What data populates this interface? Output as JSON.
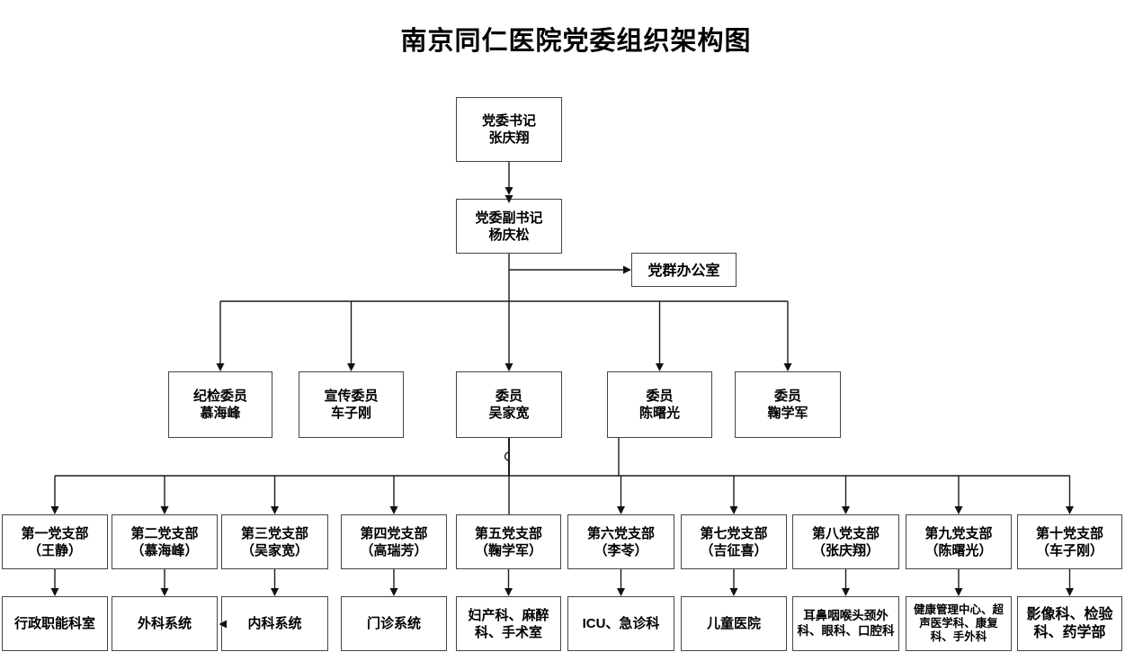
{
  "page_title": "南京同仁医院党委组织架构图",
  "colors": {
    "background": "#ffffff",
    "box_border": "#454545",
    "connector_line": "#1c1c1c",
    "text": "#000000"
  },
  "chart": {
    "secretary": {
      "title": "党委书记",
      "name": "张庆翔"
    },
    "deputy_secretary": {
      "title": "党委副书记",
      "name": "杨庆松"
    },
    "party_mass_office": {
      "label": "党群办公室"
    },
    "committee_members": [
      {
        "title": "纪检委员",
        "name": "慕海峰"
      },
      {
        "title": "宣传委员",
        "name": "车子刚"
      },
      {
        "title": "委员",
        "name": "吴家宽"
      },
      {
        "title": "委员",
        "name": "陈曙光"
      },
      {
        "title": "委员",
        "name": "鞠学军"
      }
    ],
    "party_branches": [
      {
        "name": "第一党支部",
        "leader": "（王静）",
        "departments": "行政职能科室"
      },
      {
        "name": "第二党支部",
        "leader": "（慕海峰）",
        "departments": "外科系统"
      },
      {
        "name": "第三党支部",
        "leader": "（吴家宽）",
        "departments": "内科系统"
      },
      {
        "name": "第四党支部",
        "leader": "（高瑞芳）",
        "departments": "门诊系统"
      },
      {
        "name": "第五党支部",
        "leader": "（鞠学军）",
        "departments": "妇产科、麻醉科、手术室"
      },
      {
        "name": "第六党支部",
        "leader": "（李苓）",
        "departments": "ICU、急诊科"
      },
      {
        "name": "第七党支部",
        "leader": "（吉征喜）",
        "departments": "儿童医院"
      },
      {
        "name": "第八党支部",
        "leader": "（张庆翔）",
        "departments": "耳鼻咽喉头颈外科、眼科、口腔科"
      },
      {
        "name": "第九党支部",
        "leader": "（陈曙光）",
        "departments": "健康管理中心、超声医学科、康复科、手外科"
      },
      {
        "name": "第十党支部",
        "leader": "（车子刚）",
        "departments": "影像科、检验科、药学部"
      }
    ]
  }
}
